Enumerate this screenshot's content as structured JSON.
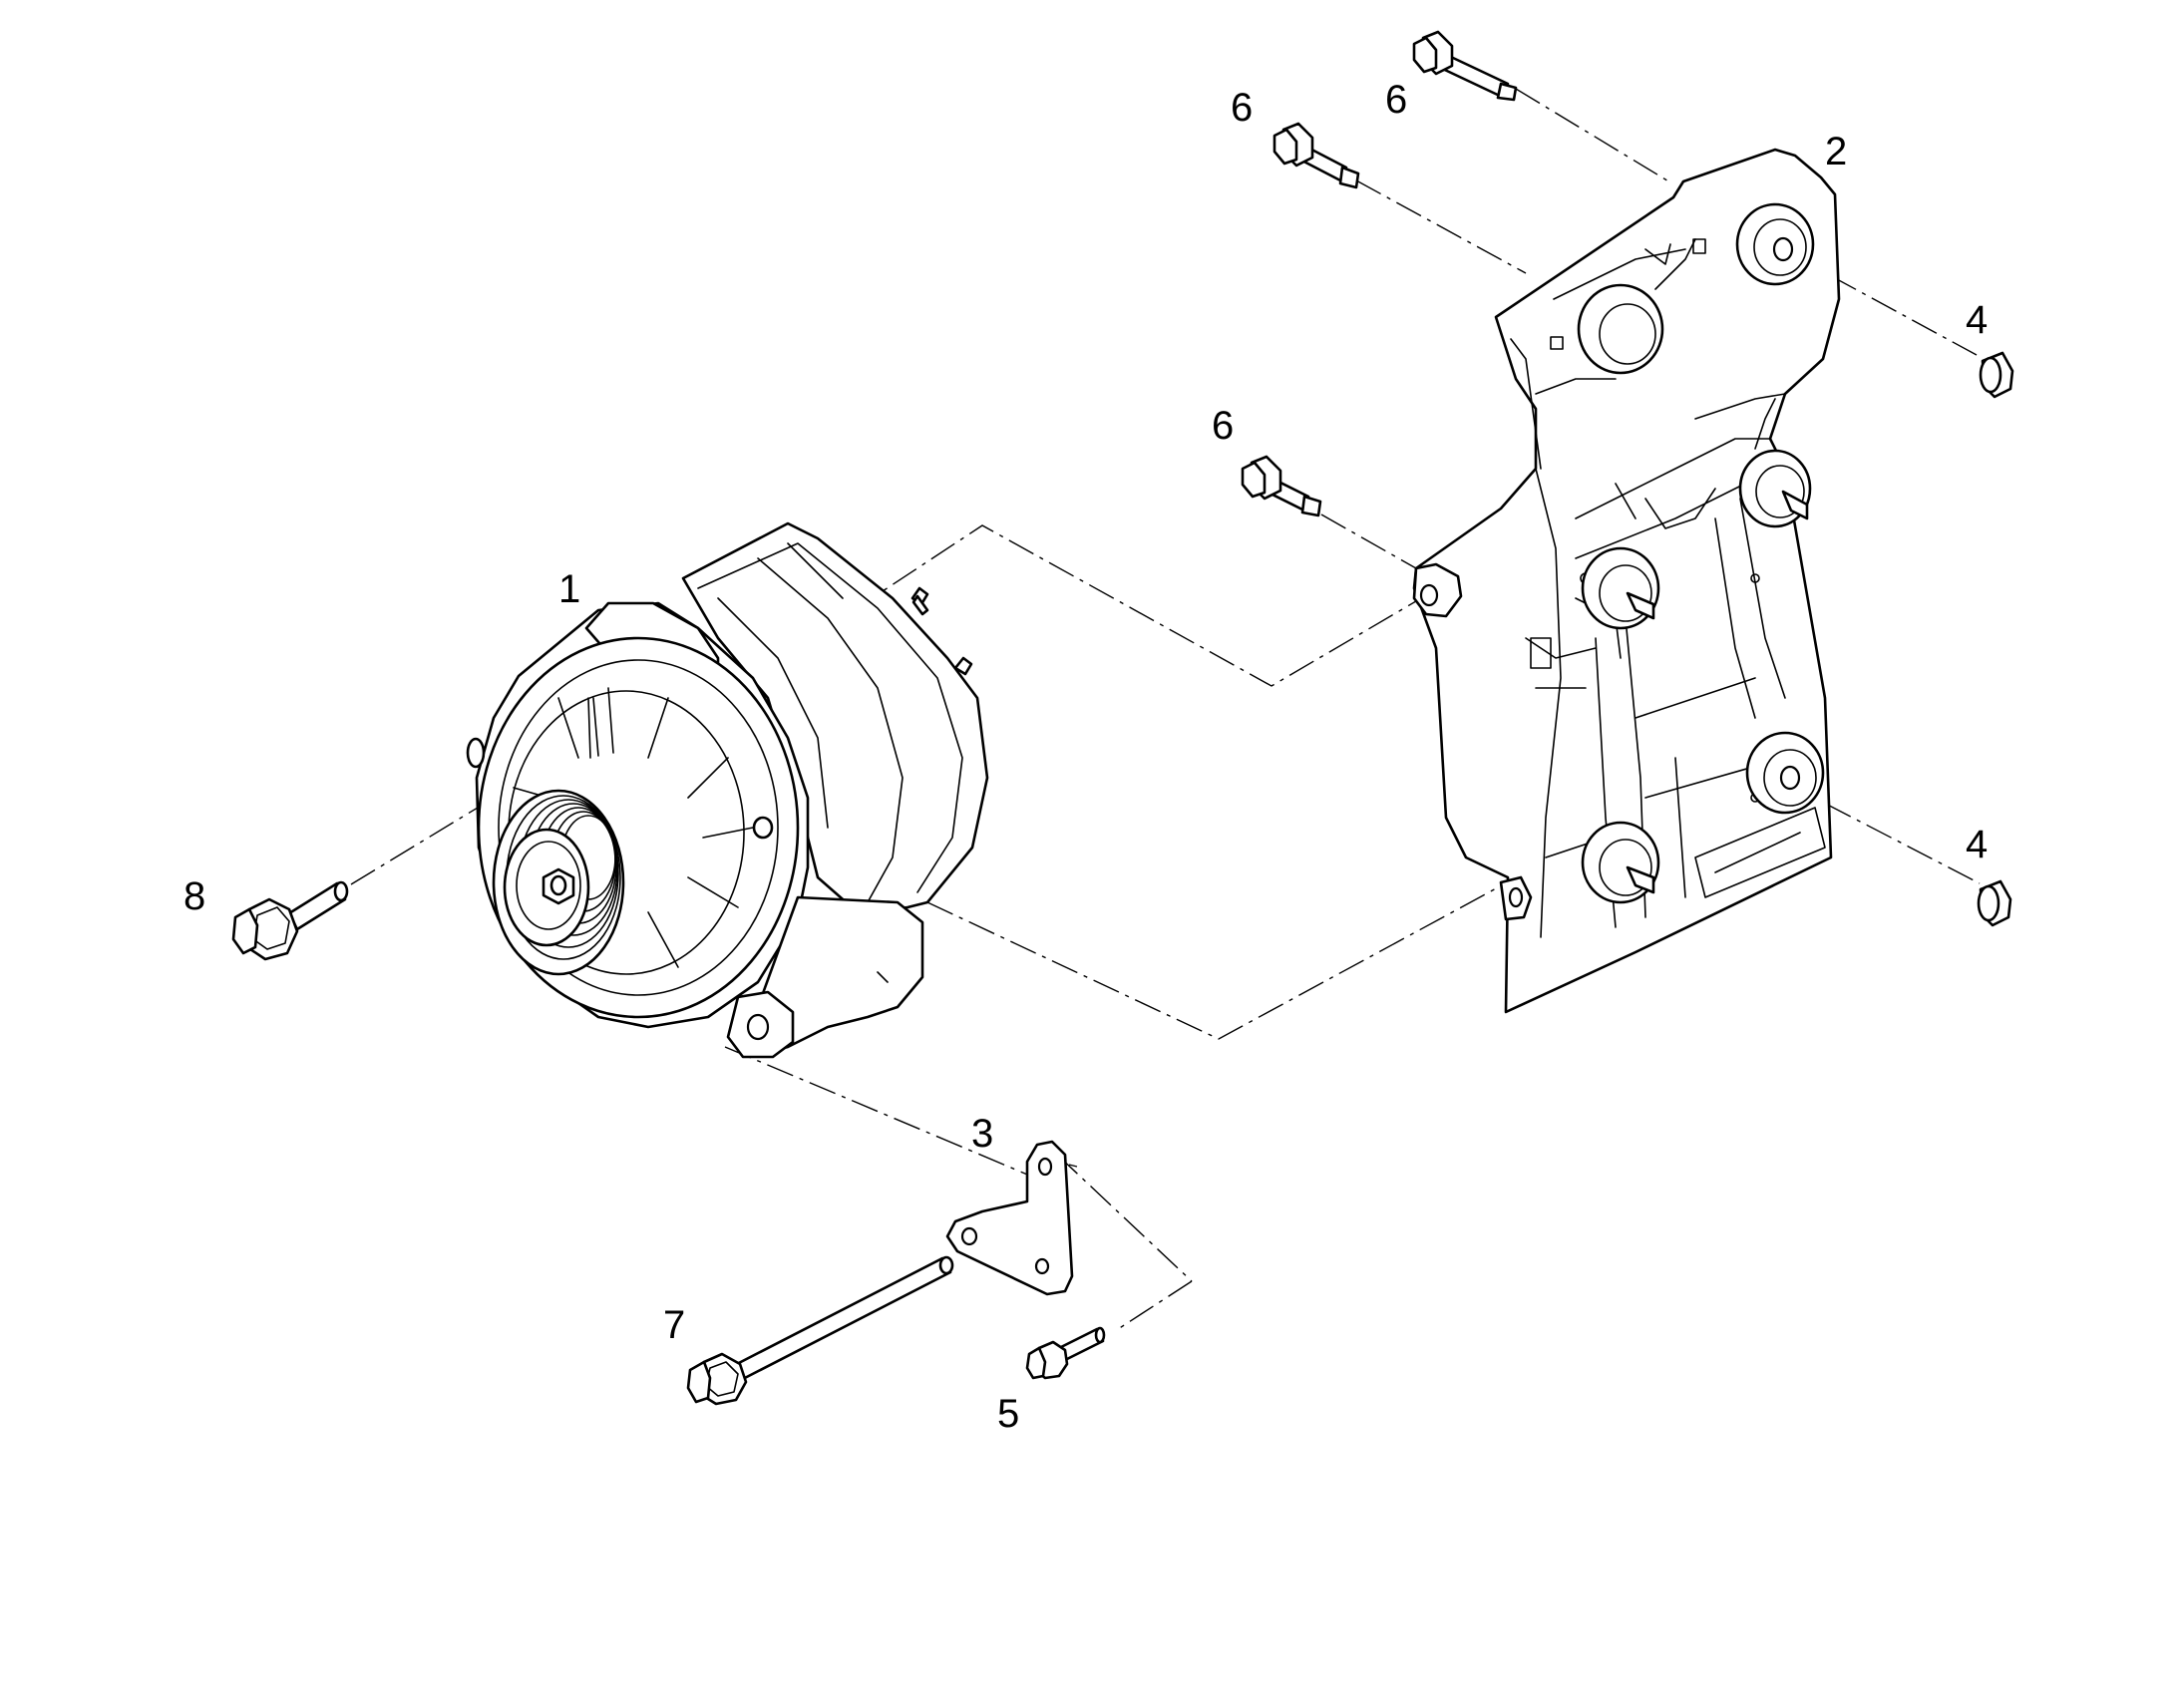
{
  "callouts": {
    "alternator": "1",
    "mounting_bracket": "2",
    "support_plate": "3",
    "bushing_upper": "4",
    "bushing_lower": "4",
    "small_bolt": "5",
    "bracket_bolt_top_right": "6",
    "bracket_bolt_top_left": "6",
    "bracket_bolt_middle": "6",
    "long_bolt": "7",
    "pivot_bolt": "8"
  }
}
